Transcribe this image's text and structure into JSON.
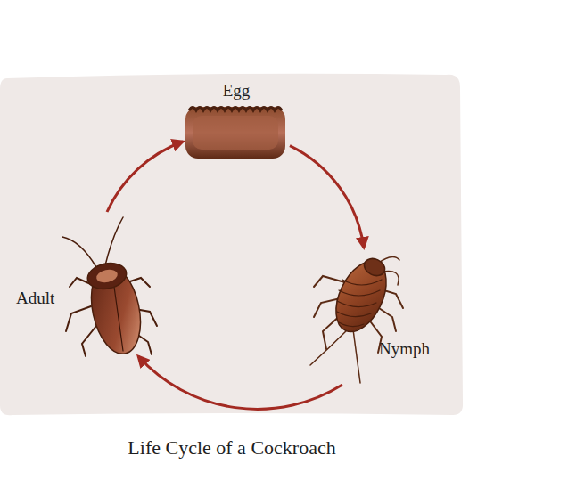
{
  "diagram": {
    "caption": "Life Cycle of a Cockroach",
    "nodes": [
      {
        "text": [
          "Egg"
        ]
      },
      {
        "text": [
          "Nymph"
        ]
      },
      {
        "text": [
          "Adult"
        ]
      }
    ],
    "edges": [
      {
        "from": 0,
        "to": 1,
        "arrow": "to"
      },
      {
        "from": 1,
        "to": 2,
        "arrow": "to"
      },
      {
        "from": 2,
        "to": 0,
        "arrow": "to"
      }
    ]
  }
}
